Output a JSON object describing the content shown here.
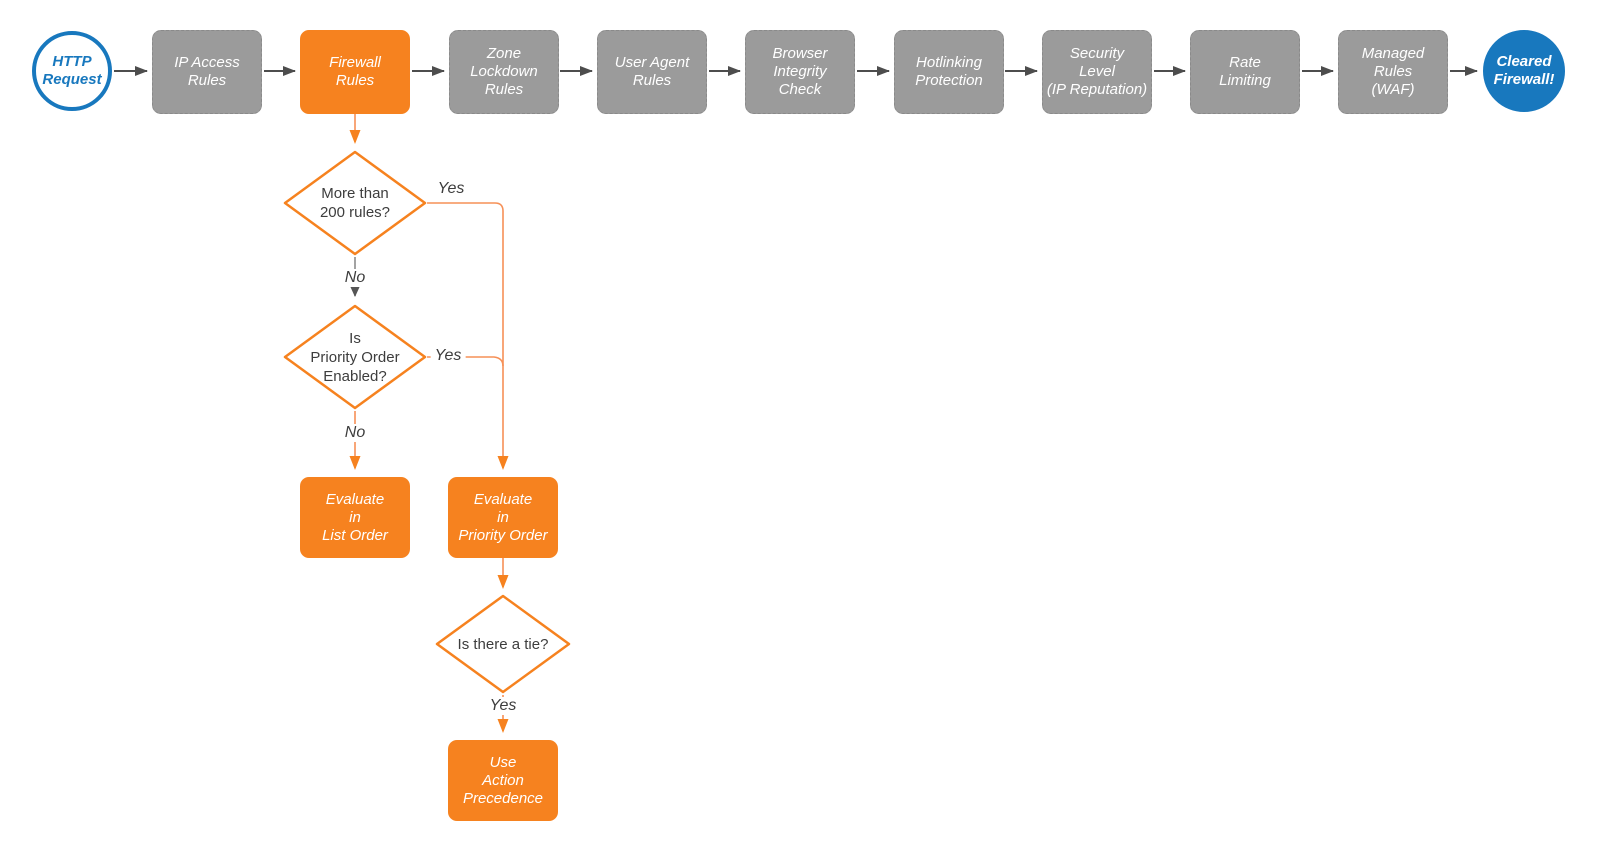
{
  "colors": {
    "accent_orange": "#F6821F",
    "orange_line": "#F69057",
    "gray_node": "#9B9B9B",
    "blue": "#1878BE",
    "dark_arrow": "#4D4D4D",
    "text_dark": "#3d3d3d"
  },
  "flow": {
    "start": {
      "label": "HTTP\nRequest"
    },
    "stages": [
      {
        "label": "IP Access\nRules"
      },
      {
        "label": "Firewall\nRules"
      },
      {
        "label": "Zone\nLockdown\nRules"
      },
      {
        "label": "User Agent\nRules"
      },
      {
        "label": "Browser\nIntegrity\nCheck"
      },
      {
        "label": "Hotlinking\nProtection"
      },
      {
        "label": "Security\nLevel\n(IP Reputation)"
      },
      {
        "label": "Rate\nLimiting"
      },
      {
        "label": "Managed\nRules\n(WAF)"
      }
    ],
    "end": {
      "label": "Cleared\nFirewall!"
    },
    "decisions": {
      "d1": {
        "label": "More than\n200 rules?"
      },
      "d2": {
        "label": "Is\nPriority Order\nEnabled?"
      },
      "d3": {
        "label": "Is there a tie?"
      }
    },
    "actions": {
      "list_order": {
        "label": "Evaluate\nin\nList Order"
      },
      "priority_order": {
        "label": "Evaluate\nin\nPriority Order"
      },
      "action_precedence": {
        "label": "Use\nAction\nPrecedence"
      }
    },
    "edge_labels": {
      "yes1": "Yes",
      "no1": "No",
      "yes2": "Yes",
      "no2": "No",
      "yes3": "Yes"
    }
  }
}
